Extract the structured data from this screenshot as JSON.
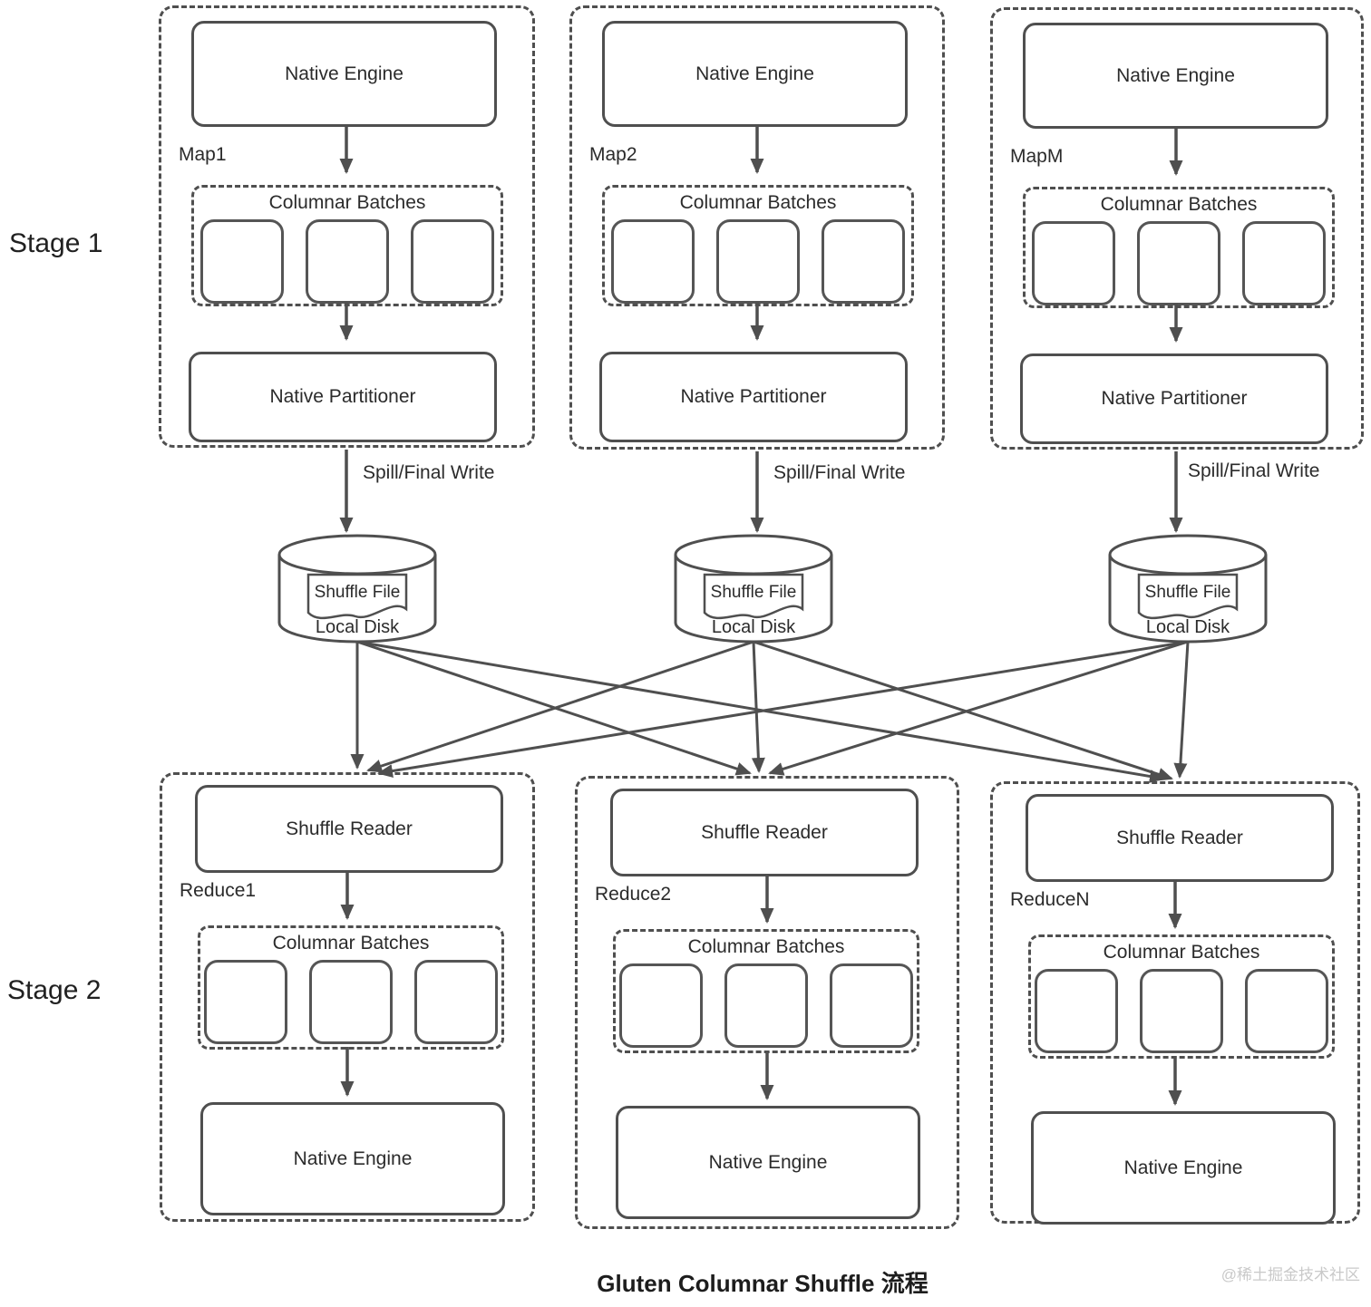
{
  "caption": "Gluten Columnar Shuffle 流程",
  "watermark": "@稀土掘金技术社区",
  "colors": {
    "stroke": "#4f4f4f",
    "text": "#2b2b2b",
    "watermark": "#c9c9c9",
    "background": "#ffffff"
  },
  "stage1": {
    "label": "Stage 1",
    "spill_label": "Spill/Final Write",
    "groups": [
      {
        "label": "Map1",
        "engine": "Native Engine",
        "batches_title": "Columnar Batches",
        "partitioner": "Native Partitioner"
      },
      {
        "label": "Map2",
        "engine": "Native Engine",
        "batches_title": "Columnar Batches",
        "partitioner": "Native Partitioner"
      },
      {
        "label": "MapM",
        "engine": "Native Engine",
        "batches_title": "Columnar Batches",
        "partitioner": "Native Partitioner"
      }
    ]
  },
  "disks": [
    {
      "file_label": "Shuffle File",
      "disk_label": "Local Disk"
    },
    {
      "file_label": "Shuffle File",
      "disk_label": "Local Disk"
    },
    {
      "file_label": "Shuffle File",
      "disk_label": "Local Disk"
    }
  ],
  "stage2": {
    "label": "Stage 2",
    "groups": [
      {
        "label": "Reduce1",
        "reader": "Shuffle Reader",
        "batches_title": "Columnar Batches",
        "engine": "Native Engine"
      },
      {
        "label": "Reduce2",
        "reader": "Shuffle Reader",
        "batches_title": "Columnar Batches",
        "engine": "Native Engine"
      },
      {
        "label": "ReduceN",
        "reader": "Shuffle Reader",
        "batches_title": "Columnar Batches",
        "engine": "Native Engine"
      }
    ]
  }
}
